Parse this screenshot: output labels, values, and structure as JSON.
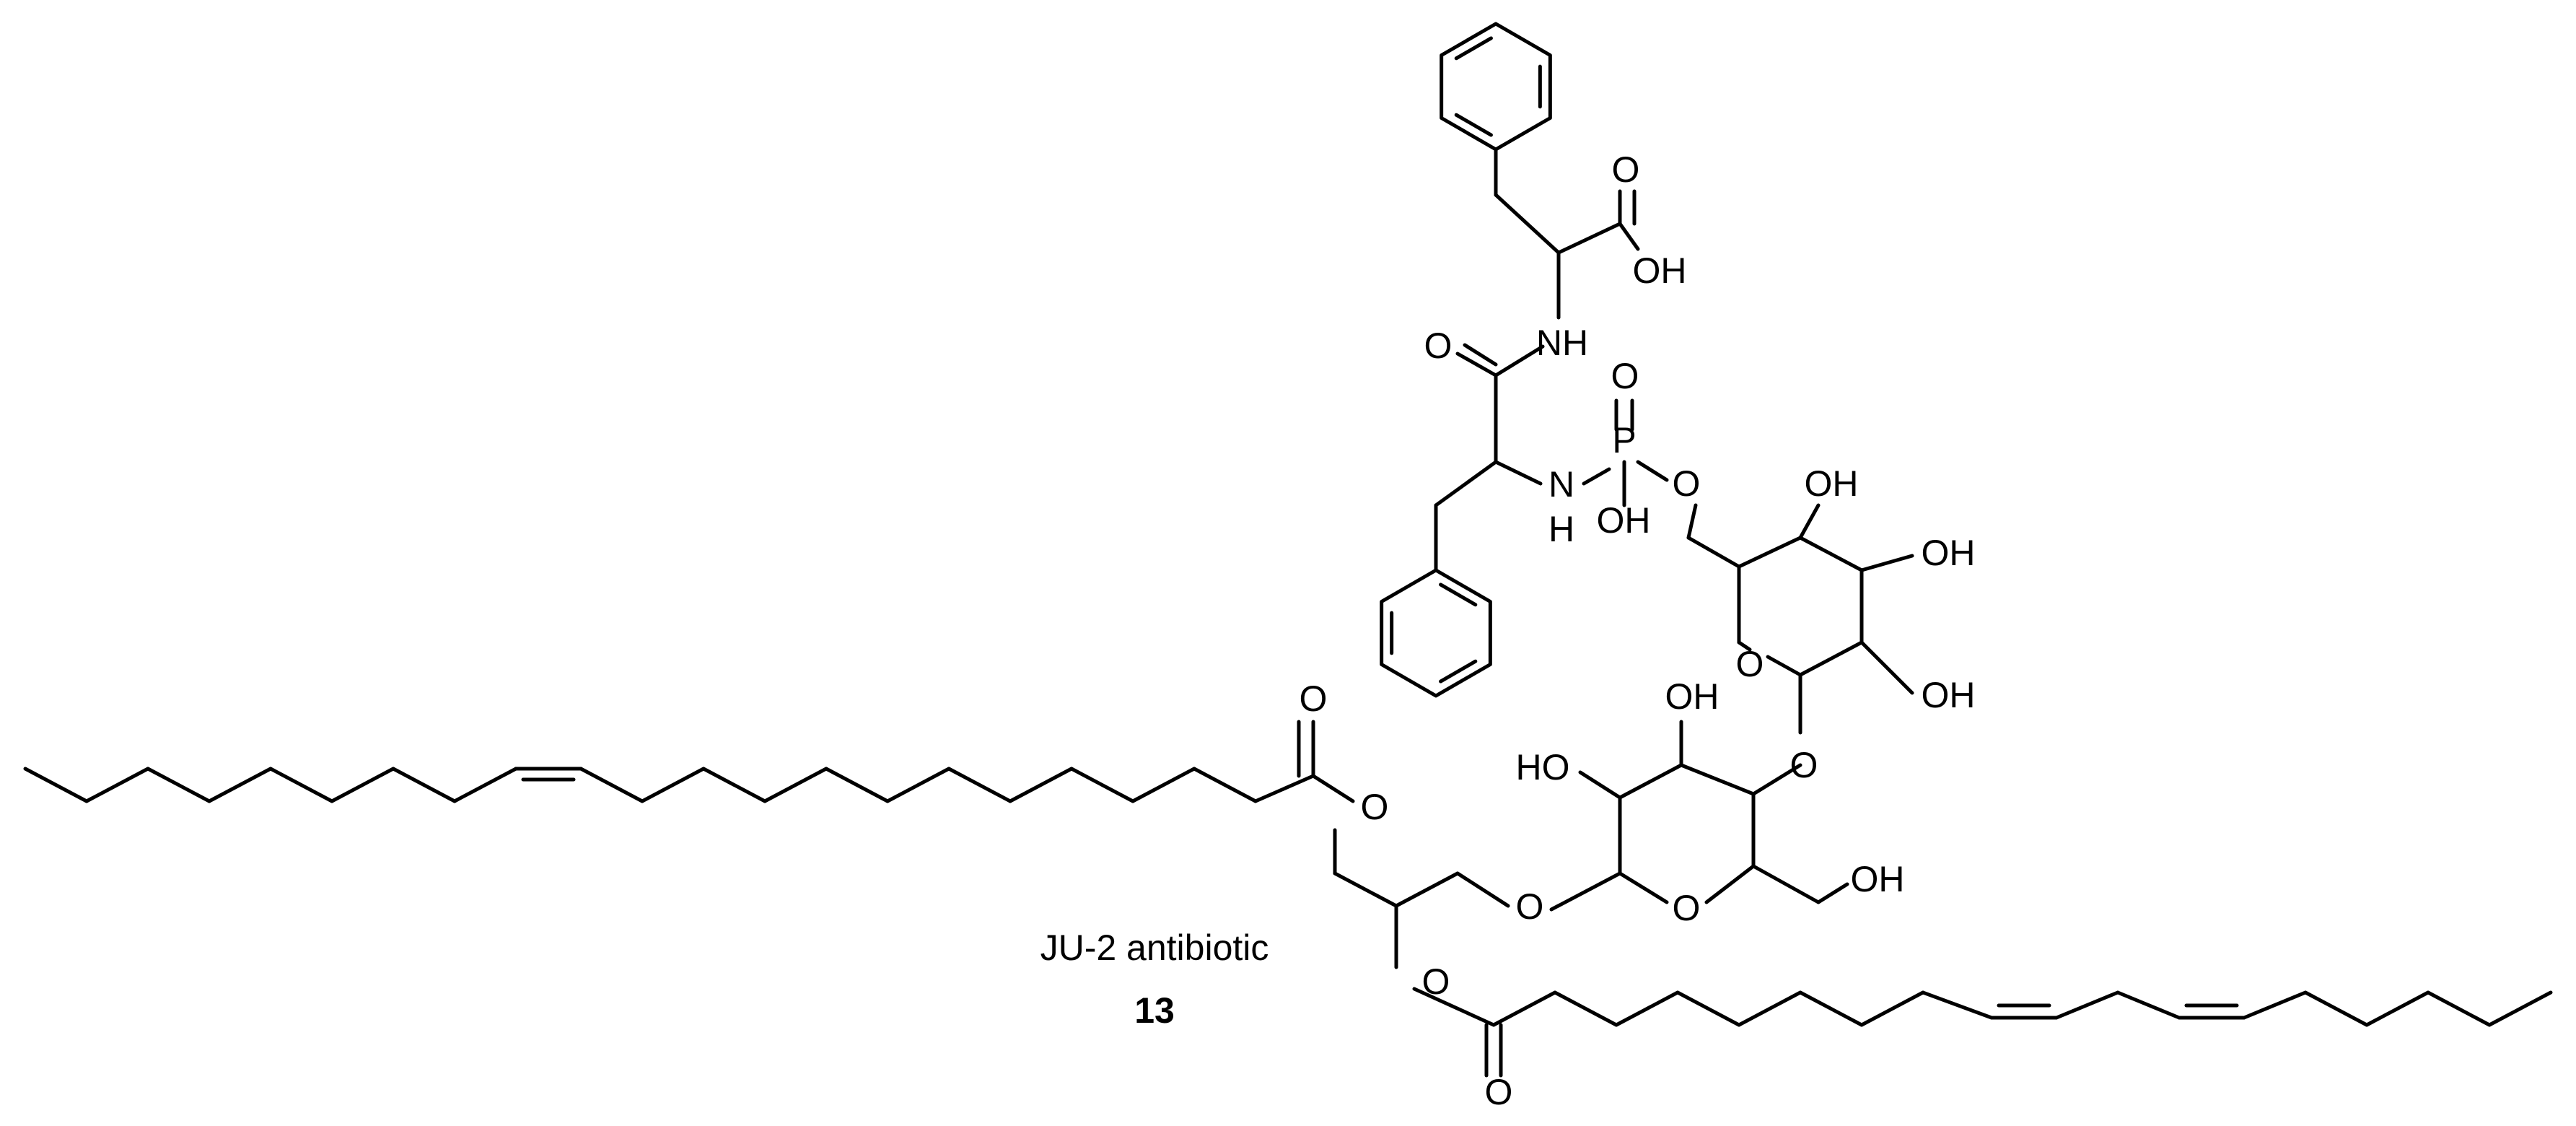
{
  "figure": {
    "compound_name": "JU-2 antibiotic",
    "compound_number": "13",
    "atom_labels": {
      "acid_carbonyl_o": "O",
      "acid_oh": "OH",
      "amide_o": "O",
      "amide_nh": "NH",
      "phos_o_double": "O",
      "phos_p": "P",
      "phos_n": "N",
      "phos_n_h": "H",
      "phos_oh": "OH",
      "phos_o_link": "O",
      "s1_oh_top": "OH",
      "s1_oh_right": "OH",
      "s1_ring_o": "O",
      "s1_oh_low": "OH",
      "s2_oh_top": "OH",
      "s2_ho_left": "HO",
      "glyco_link_o": "O",
      "s2_ring_o": "O",
      "s2_ch2oh": "OH",
      "glycerol_o_right": "O",
      "ester1_carbonyl_o": "O",
      "ester1_o": "O",
      "ester2_o": "O",
      "ester2_carbonyl_o": "O"
    }
  }
}
